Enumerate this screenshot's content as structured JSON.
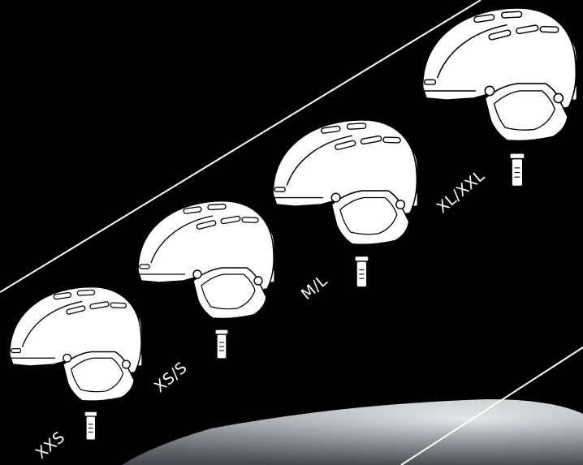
{
  "sizes": [
    {
      "label": "XXS"
    },
    {
      "label": "XS/S"
    },
    {
      "label": "M/L"
    },
    {
      "label": "XL/XXL"
    }
  ],
  "colors": {
    "background": "#000000",
    "helmet": "#ffffff",
    "line": "#ffffff",
    "snow": "#d8dde3"
  },
  "icons": [
    "helmet-icon"
  ]
}
